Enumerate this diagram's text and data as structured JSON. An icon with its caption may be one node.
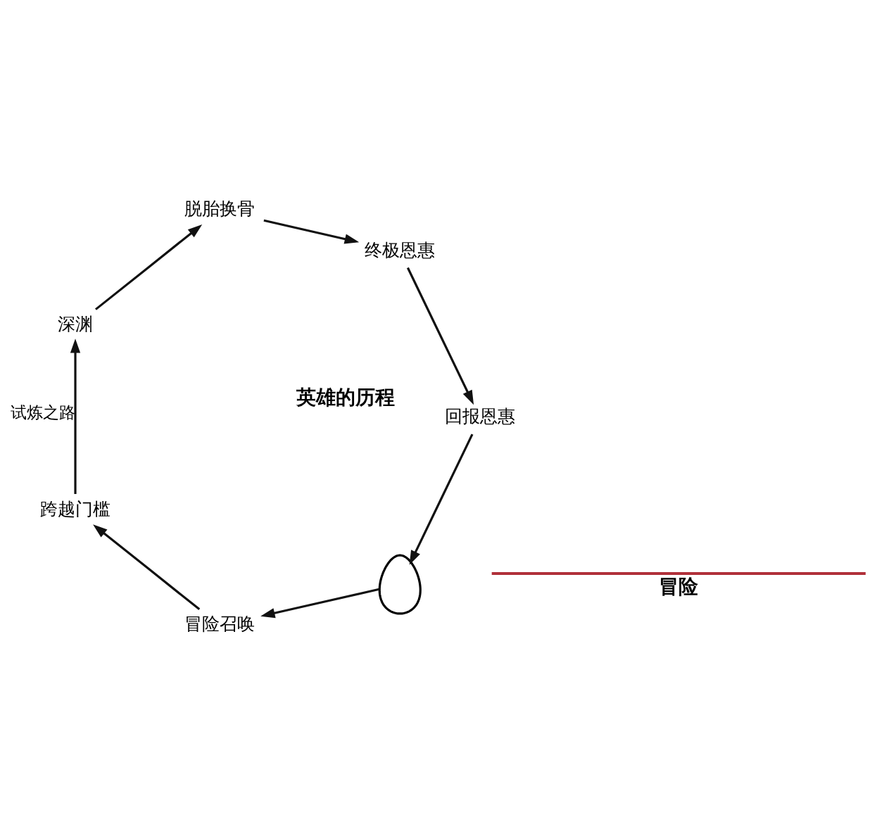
{
  "diagram": {
    "nodes": [
      {
        "text": [],
        "shape": "person"
      },
      {
        "text": [
          "冒险召唤"
        ]
      },
      {
        "text": [
          "跨越门槛"
        ]
      },
      {
        "text": [
          "深渊"
        ]
      },
      {
        "text": [
          "脱胎换骨"
        ]
      },
      {
        "text": [
          "终极恩惠"
        ]
      },
      {
        "text": [
          "回报恩惠"
        ]
      }
    ],
    "edges": [
      {
        "from": 0,
        "to": 1,
        "arrow": "to"
      },
      {
        "from": 1,
        "to": 2,
        "arrow": "to"
      },
      {
        "from": 2,
        "to": 3,
        "arrow": "to",
        "label": "试炼之路"
      },
      {
        "from": 3,
        "to": 4,
        "arrow": "to"
      },
      {
        "from": 4,
        "to": 5,
        "arrow": "to"
      },
      {
        "from": 5,
        "to": 6,
        "arrow": "to"
      },
      {
        "from": 6,
        "to": 0,
        "arrow": "to"
      }
    ],
    "labels": [
      "冒险",
      "英雄的历程"
    ]
  }
}
